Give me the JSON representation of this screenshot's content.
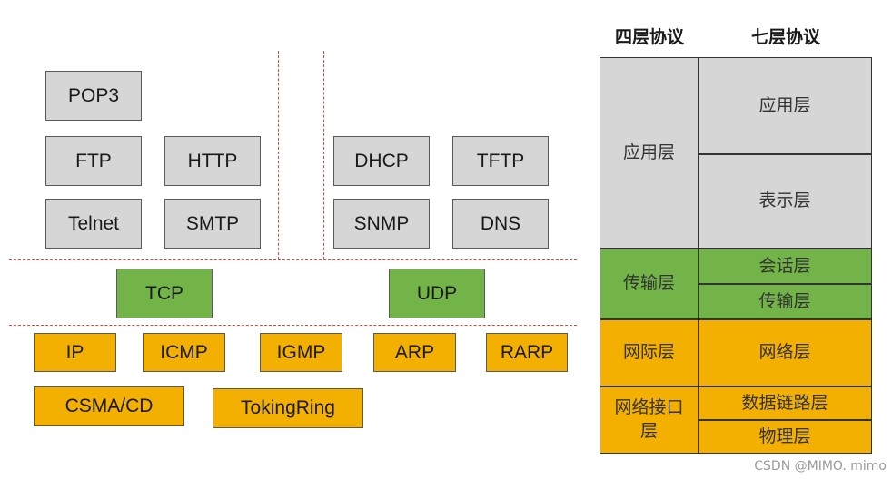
{
  "protocols": {
    "pop3": "POP3",
    "ftp": "FTP",
    "http": "HTTP",
    "telnet": "Telnet",
    "smtp": "SMTP",
    "dhcp": "DHCP",
    "tftp": "TFTP",
    "snmp": "SNMP",
    "dns": "DNS",
    "tcp": "TCP",
    "udp": "UDP",
    "ip": "IP",
    "icmp": "ICMP",
    "igmp": "IGMP",
    "arp": "ARP",
    "rarp": "RARP",
    "csma": "CSMA/CD",
    "tokingring": "TokingRing"
  },
  "layers": {
    "header_four": "四层协议",
    "header_seven": "七层协议",
    "four": {
      "application": "应用层",
      "transport": "传输层",
      "internet": "网际层",
      "network_interface": "网络接口层"
    },
    "seven": {
      "application": "应用层",
      "presentation": "表示层",
      "session": "会话层",
      "transport": "传输层",
      "network": "网络层",
      "data_link": "数据链路层",
      "physical": "物理层"
    }
  },
  "colors": {
    "application": "#d6d6d6",
    "transport": "#72b447",
    "network": "#f4b000",
    "divider": "#d84a3a"
  },
  "watermark": "CSDN @MIMO. mimo"
}
